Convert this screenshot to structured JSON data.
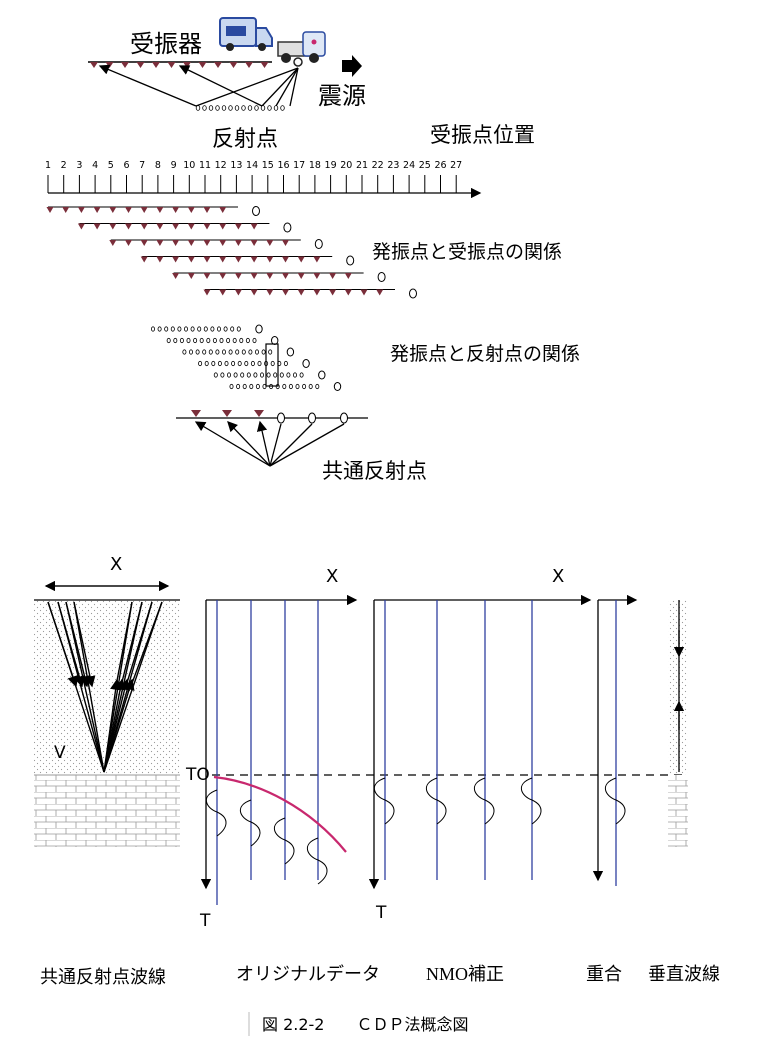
{
  "top": {
    "receiver_label": "受振器",
    "source_label": "震源",
    "reflection_label": "反射点",
    "receiver_position_label": "受振点位置",
    "shot_receiver_label": "発振点と受振点の関係",
    "shot_reflection_label": "発振点と反射点の関係",
    "cdp_label": "共通反射点",
    "ticks": [
      "1",
      "2",
      "3",
      "4",
      "5",
      "6",
      "7",
      "8",
      "9",
      "10",
      "11",
      "12",
      "13",
      "14",
      "15",
      "16",
      "17",
      "18",
      "19",
      "20",
      "21",
      "22",
      "23",
      "24",
      "25",
      "26",
      "27"
    ]
  },
  "bottom": {
    "x_label_1": "X",
    "x_label_2": "X",
    "x_label_3": "X",
    "v_label": "V",
    "t0_label": "TO",
    "t_label_1": "T",
    "t_label_2": "T",
    "panel_labels": [
      "共通反射点波線",
      "オリジナルデータ",
      "NMO補正",
      "重合",
      "垂直波線"
    ],
    "caption": "図 2.2-2　　ＣＤＰ法概念図"
  },
  "colors": {
    "receiver": "#7a2e3a",
    "trace": "#3040a0",
    "hyperbola": "#c8286e",
    "truck": "#2a4aa0"
  }
}
